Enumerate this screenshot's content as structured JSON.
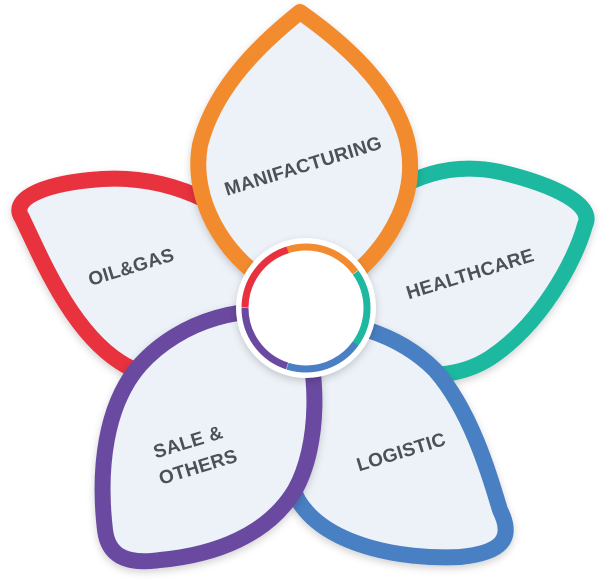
{
  "diagram": {
    "petals": [
      {
        "id": "oilgas",
        "label": "OIL&GAS",
        "color": "#e8303e"
      },
      {
        "id": "manufacturing",
        "label": "MANIFACTURING",
        "color": "#f28b2f"
      },
      {
        "id": "healthcare",
        "label": "HEALTHCARE",
        "color": "#1eb8a0"
      },
      {
        "id": "logistic",
        "label": "LOGISTIC",
        "color": "#4a7fc3"
      },
      {
        "id": "sale",
        "label_line1": "SALE &",
        "label_line2": "OTHERS",
        "color": "#6a4aa0"
      }
    ],
    "petal_fill": "#edf2f8",
    "center_fill": "#ffffff"
  }
}
